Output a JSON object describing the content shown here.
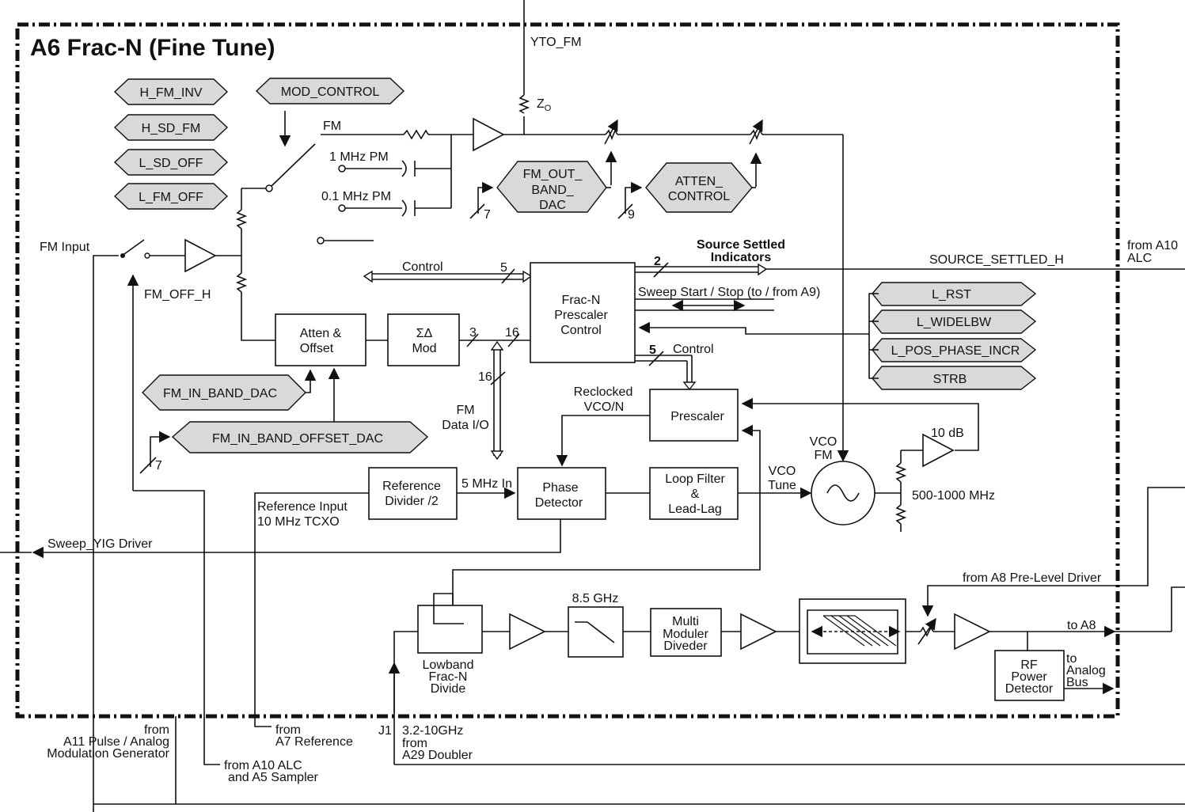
{
  "title": "A6 Frac-N (Fine Tune)",
  "signals": {
    "h_fm_inv": "H_FM_INV",
    "h_sd_fm": "H_SD_FM",
    "l_sd_off": "L_SD_OFF",
    "l_fm_off": "L_FM_OFF",
    "mod_control": "MOD_CONTROL",
    "fm_in_band_dac": "FM_IN_BAND_DAC",
    "fm_in_band_offset_dac": "FM_IN_BAND_OFFSET_DAC",
    "fm_out_band_dac": [
      "FM_OUT_",
      "BAND_",
      "DAC"
    ],
    "atten_control": [
      "ATTEN_",
      "CONTROL"
    ],
    "l_rst": "L_RST",
    "l_widelbw": "L_WIDELBW",
    "l_pos_phase_incr": "L_POS_PHASE_INCR",
    "strb": "STRB"
  },
  "blocks": {
    "atten_offset": [
      "Atten &",
      "Offset"
    ],
    "sd_mod": [
      "ΣΔ",
      "Mod"
    ],
    "prescaler_control": [
      "Frac-N",
      "Prescaler",
      "Control"
    ],
    "prescaler": "Prescaler",
    "reference_divider": [
      "Reference",
      "Divider /2"
    ],
    "phase_detector": [
      "Phase",
      "Detector"
    ],
    "loop_filter": [
      "Loop Filter",
      "&",
      "Lead-Lag"
    ],
    "lowband_divide": [
      "Lowband",
      "Frac-N",
      "Divide"
    ],
    "multi_modulus": [
      "Multi",
      "Moduler",
      "Diveder"
    ],
    "rf_power_detector": [
      "RF",
      "Power",
      "Detector"
    ]
  },
  "labels": {
    "yto_fm": "YTO_FM",
    "zo": "Z",
    "zo_sub": "O",
    "fm": "FM",
    "pm_1mhz": "1 MHz PM",
    "pm_01mhz": "0.1 MHz PM",
    "fm_input": "FM Input",
    "fm_off_h": "FM_OFF_H",
    "control": "Control",
    "bus_5": "5",
    "bus_2": "2",
    "bus_3": "3",
    "bus_16a": "16",
    "bus_16b": "16",
    "bus_7a": "7",
    "bus_7b": "7",
    "bus_9": "9",
    "bus_5b": "5",
    "control_b": "Control",
    "source_settled": [
      "Source Settled",
      "Indicators"
    ],
    "source_settled_h": "SOURCE_SETTLED_H",
    "from_a10_alc": [
      "from A10",
      "ALC"
    ],
    "sweep_start_stop": "Sweep Start / Stop (to / from A9)",
    "reclocked": [
      "Reclocked",
      "VCO/N"
    ],
    "fm_data_io": [
      "FM",
      "Data I/O"
    ],
    "vco_fm": [
      "VCO",
      "FM"
    ],
    "db10": "10 dB",
    "mhz_range": "500-1000 MHz",
    "vco_tune": [
      "VCO",
      "Tune"
    ],
    "mhz5_in": "5 MHz In",
    "reference_input": [
      "Reference Input",
      "10 MHz TCXO"
    ],
    "sweep_yig": "Sweep_YIG Driver",
    "ghz85": "8.5 GHz",
    "from_a8": "from A8 Pre-Level Driver",
    "to_a8": "to A8",
    "to_analog_bus": [
      "to",
      "Analog",
      "Bus"
    ],
    "j1": "J1",
    "ghz_range": [
      "3.2-10GHz",
      "from",
      "A29 Doubler"
    ],
    "from_a11": [
      "from",
      "A11 Pulse / Analog",
      "Modulation Generator"
    ],
    "from_a7": [
      "from",
      "A7 Reference"
    ],
    "from_a10_alc_a5": [
      "from A10 ALC",
      "and A5 Sampler"
    ]
  }
}
